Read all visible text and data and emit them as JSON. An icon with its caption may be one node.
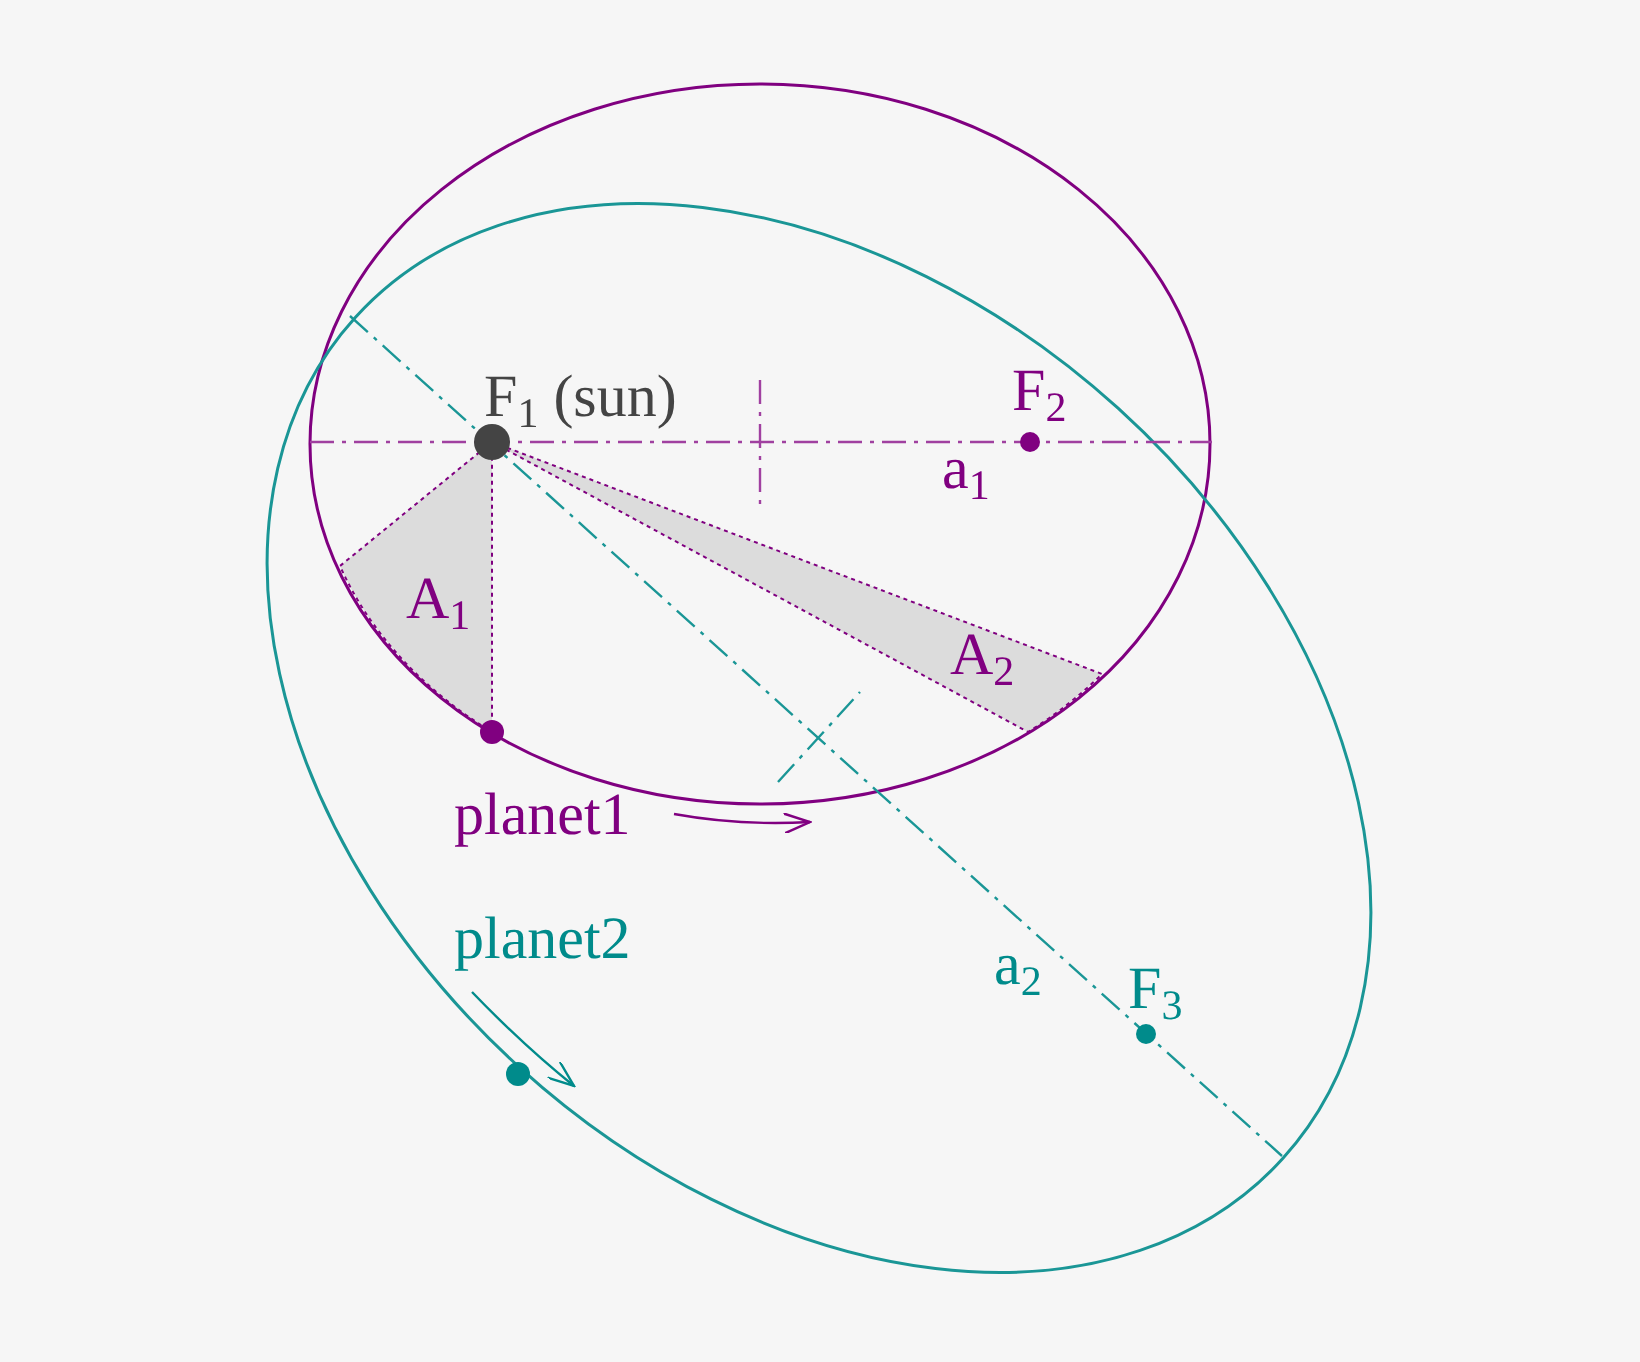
{
  "diagram": {
    "labels": [
      "F$_{1}$ (sun)",
      "F$_{2}$",
      "a$_{1}$",
      "A$_{1}$",
      "A$_{2}$",
      "planet1",
      "planet2",
      "a$_{2}$",
      "F$_{3}$"
    ]
  }
}
